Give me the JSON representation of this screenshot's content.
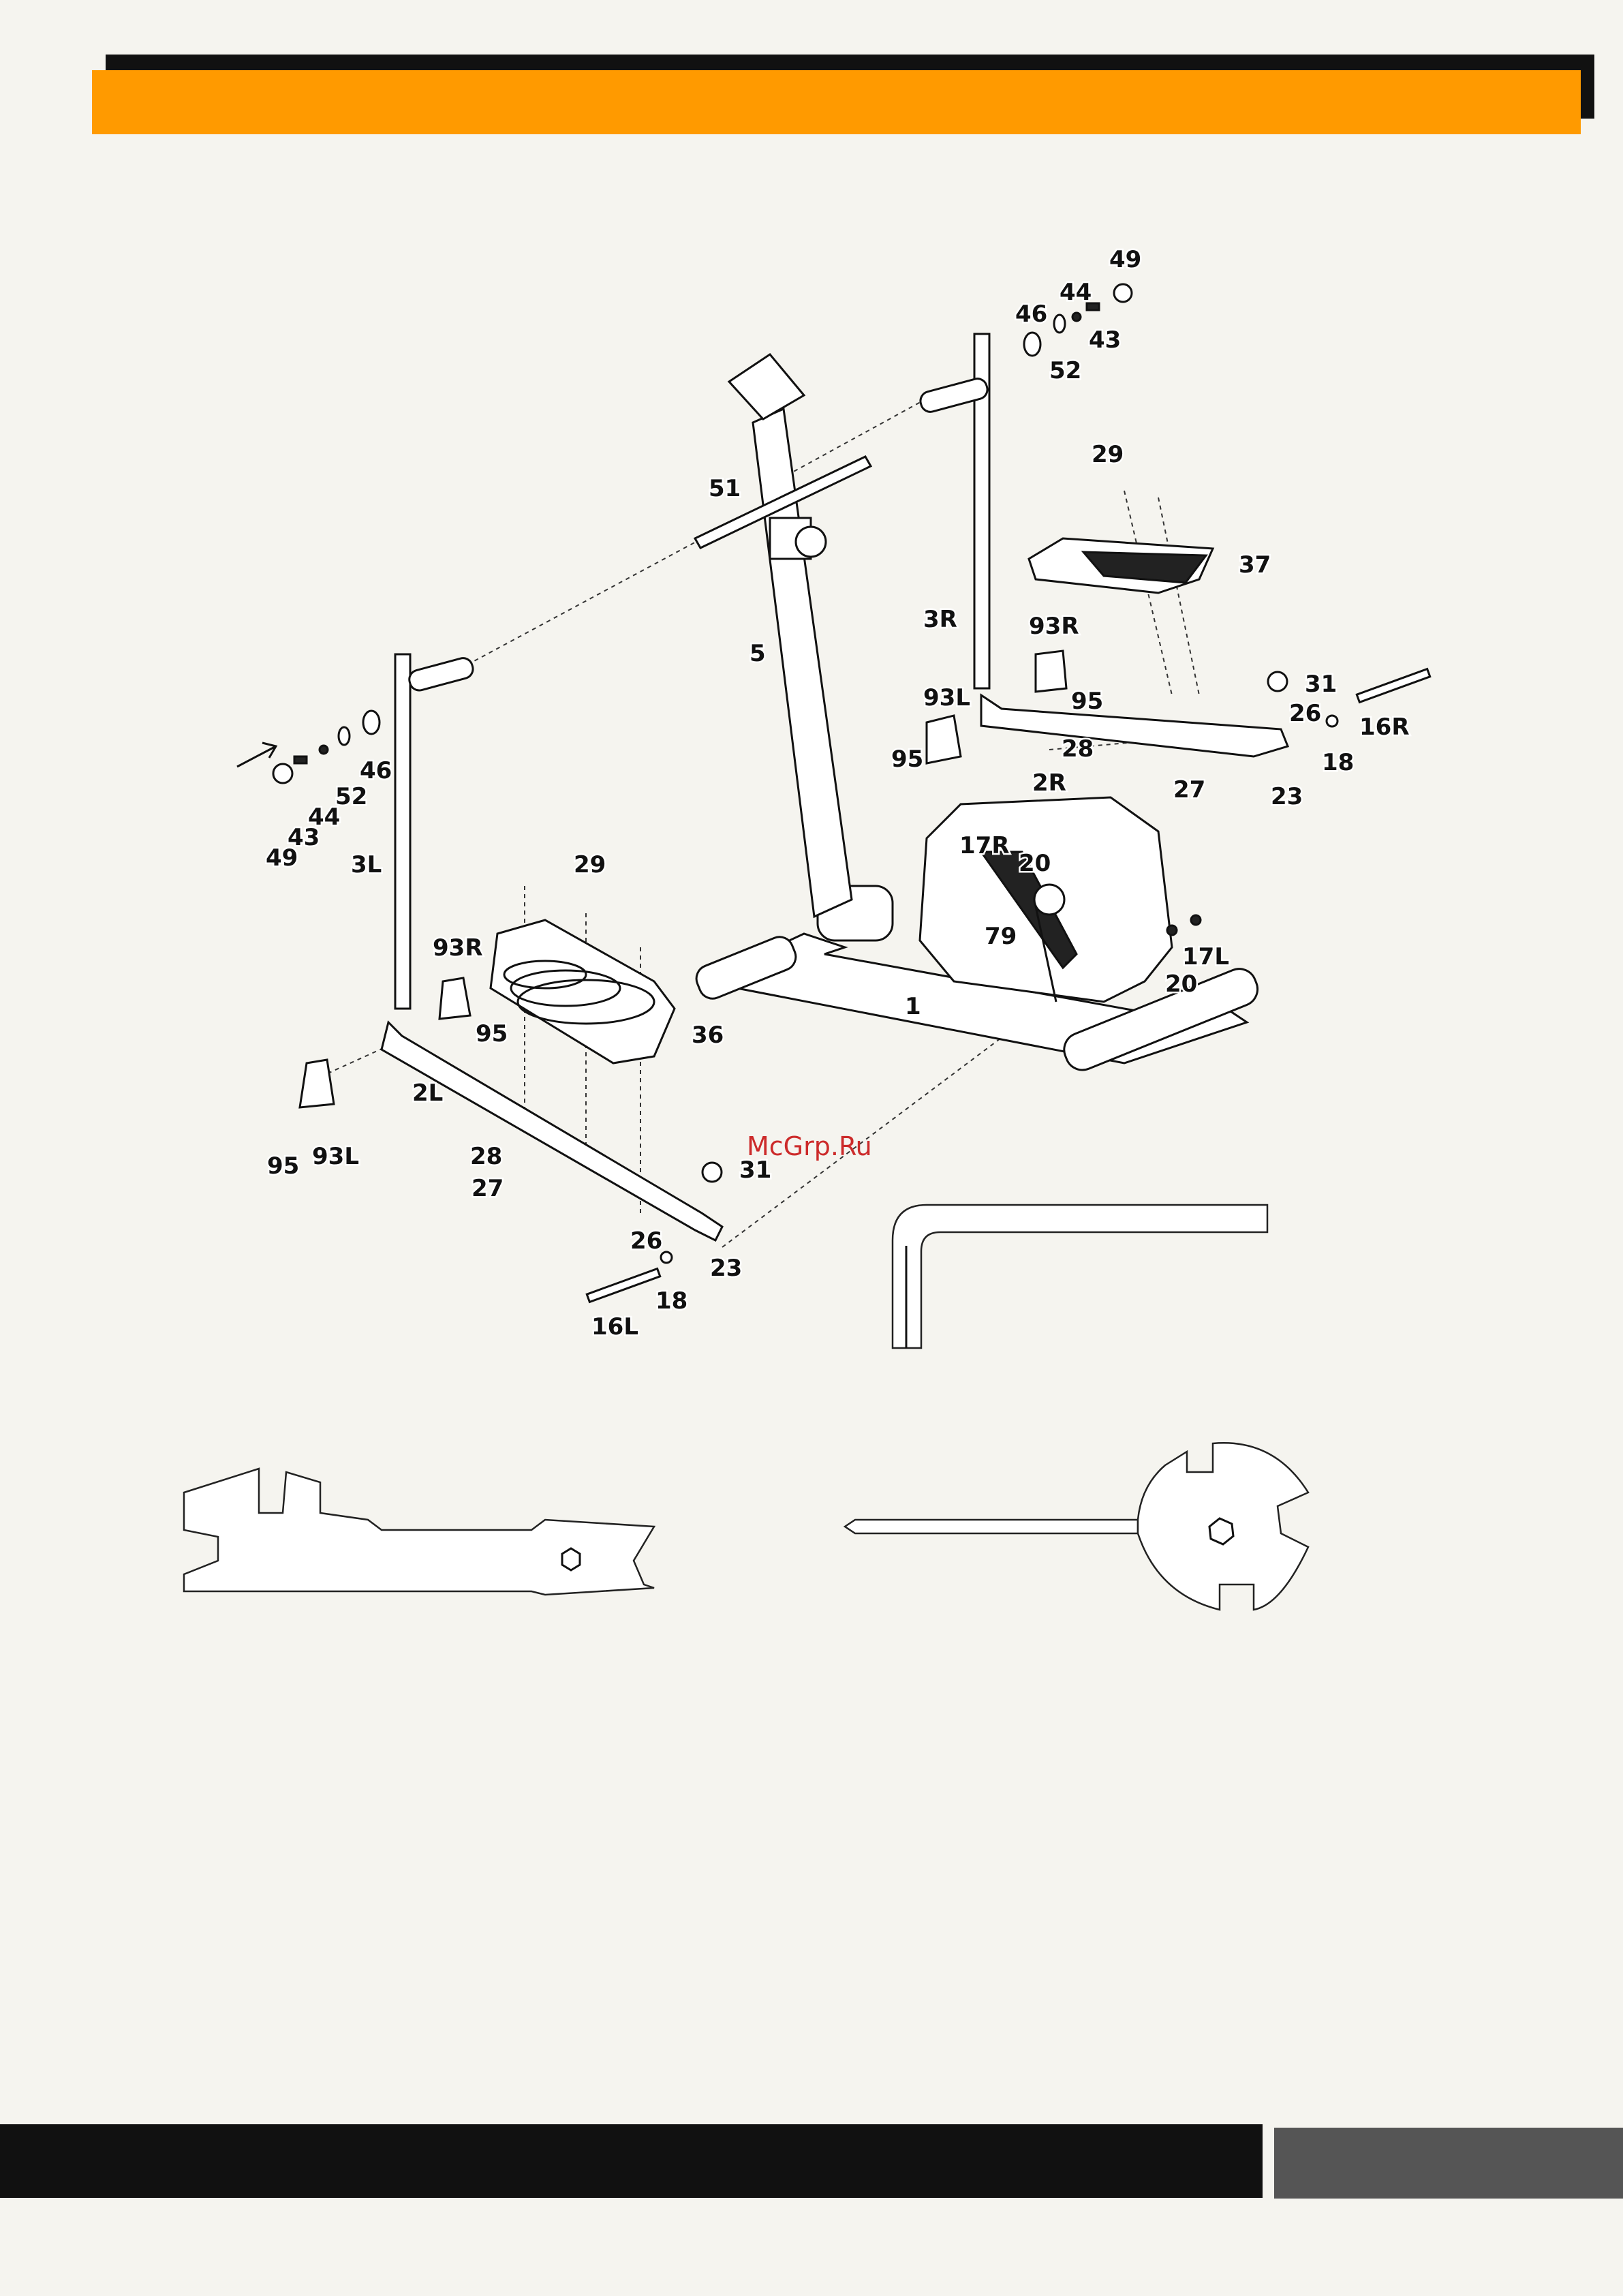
{
  "watermark": "McGrp.Ru",
  "labels": {
    "l1": "1",
    "l2L": "2L",
    "l2R": "2R",
    "l3L": "3L",
    "l3R": "3R",
    "l5": "5",
    "l16L": "16L",
    "l16R": "16R",
    "l17L": "17L",
    "l17R": "17R",
    "l18a": "18",
    "l18b": "18",
    "l20a": "20",
    "l20b": "20",
    "l23a": "23",
    "l23b": "23",
    "l26a": "26",
    "l26b": "26",
    "l27a": "27",
    "l27b": "27",
    "l28a": "28",
    "l28b": "28",
    "l29a": "29",
    "l29b": "29",
    "l31a": "31",
    "l31b": "31",
    "l36": "36",
    "l37": "37",
    "l43a": "43",
    "l43b": "43",
    "l44a": "44",
    "l44b": "44",
    "l46a": "46",
    "l46b": "46",
    "l49a": "49",
    "l49b": "49",
    "l51": "51",
    "l52a": "52",
    "l52b": "52",
    "l79": "79",
    "l93La": "93L",
    "l93Lb": "93L",
    "l93Ra": "93R",
    "l93Rb": "93R",
    "l95a": "95",
    "l95b": "95",
    "l95c": "95",
    "l95d": "95"
  }
}
